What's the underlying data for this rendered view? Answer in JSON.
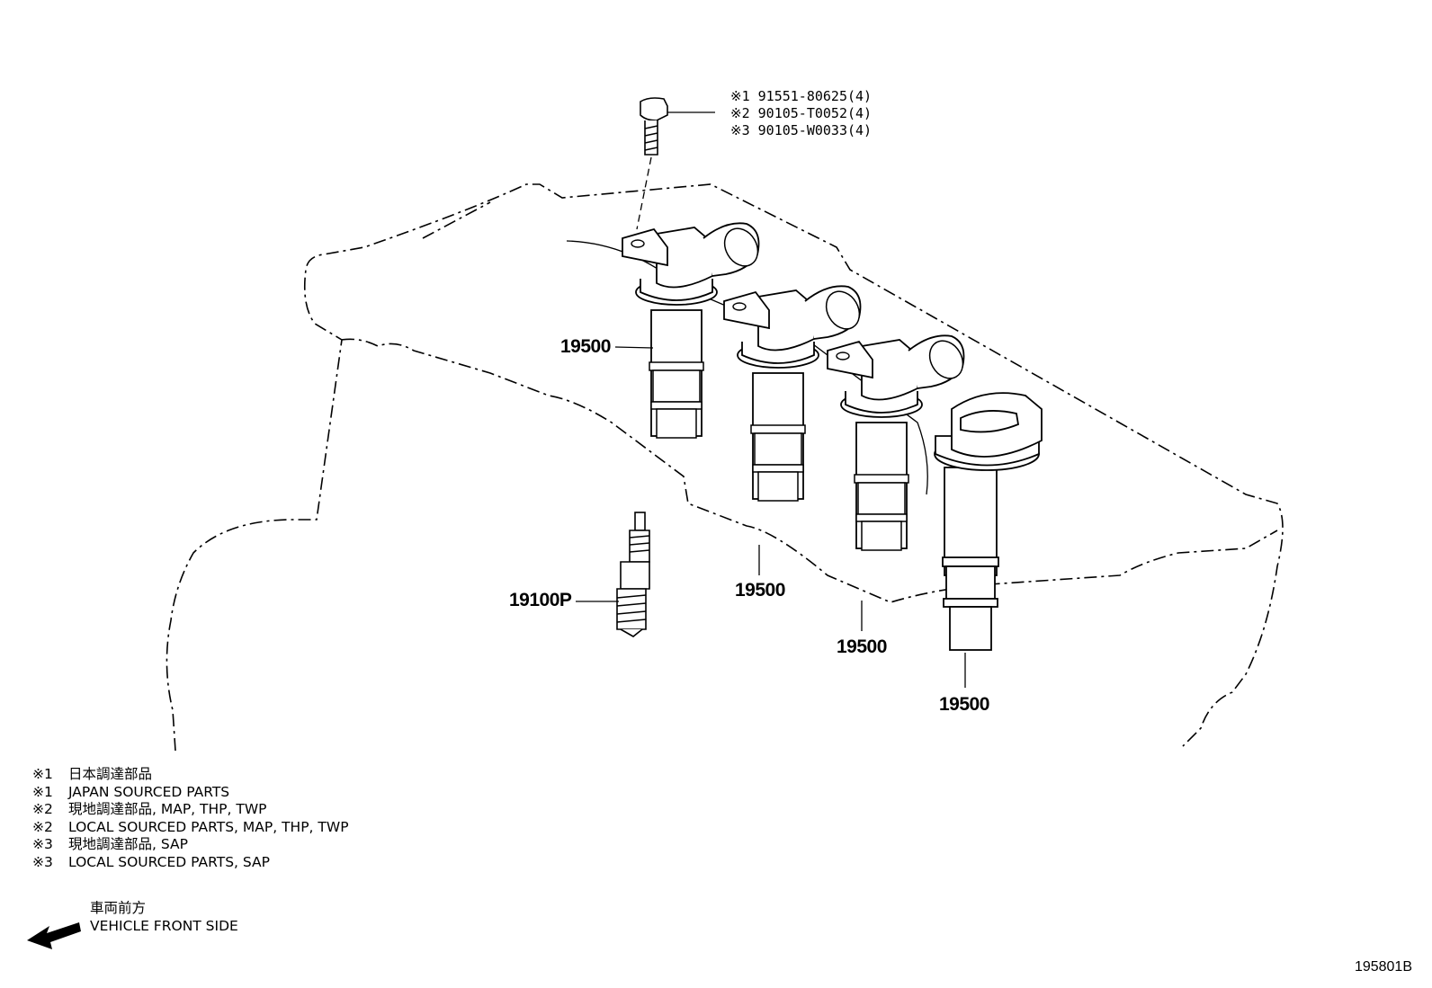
{
  "bolt": {
    "lines": [
      {
        "mark": "※1",
        "part": "91551-80625(4)"
      },
      {
        "mark": "※2",
        "part": "90105-T0052(4)"
      },
      {
        "mark": "※3",
        "part": "90105-W0033(4)"
      }
    ]
  },
  "callouts": {
    "coil_1": "19500",
    "coil_2": "19500",
    "coil_3": "19500",
    "coil_4": "19500",
    "spark_plug": "19100P"
  },
  "legend": [
    {
      "mark": "※1",
      "text": "日本調達部品"
    },
    {
      "mark": "※1",
      "text": "JAPAN SOURCED PARTS"
    },
    {
      "mark": "※2",
      "text": "現地調達部品, MAP, THP, TWP"
    },
    {
      "mark": "※2",
      "text": "LOCAL SOURCED PARTS, MAP, THP, TWP"
    },
    {
      "mark": "※3",
      "text": "現地調達部品, SAP"
    },
    {
      "mark": "※3",
      "text": "LOCAL SOURCED PARTS, SAP"
    }
  ],
  "front": {
    "jp": "車両前方",
    "en": "VEHICLE FRONT SIDE"
  },
  "illustration_code": "195801B"
}
